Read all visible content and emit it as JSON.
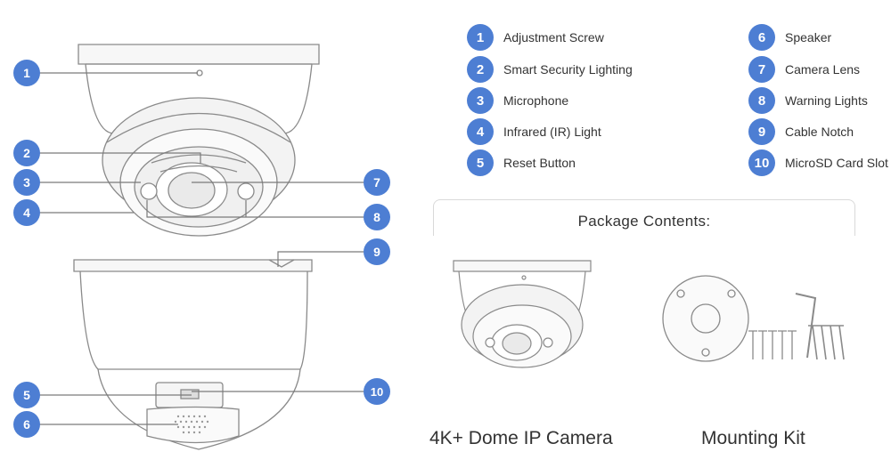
{
  "callouts": [
    "1",
    "2",
    "3",
    "4",
    "5",
    "6",
    "7",
    "8",
    "9",
    "10"
  ],
  "legend": [
    {
      "num": "1",
      "label": "Adjustment Screw"
    },
    {
      "num": "2",
      "label": "Smart Security Lighting"
    },
    {
      "num": "3",
      "label": "Microphone"
    },
    {
      "num": "4",
      "label": "Infrared (IR) Light"
    },
    {
      "num": "5",
      "label": "Reset Button"
    },
    {
      "num": "6",
      "label": "Speaker"
    },
    {
      "num": "7",
      "label": "Camera Lens"
    },
    {
      "num": "8",
      "label": "Warning Lights"
    },
    {
      "num": "9",
      "label": "Cable Notch"
    },
    {
      "num": "10",
      "label": "MicroSD Card Slot"
    }
  ],
  "package": {
    "title": "Package Contents:",
    "items": [
      "4K+ Dome IP Camera",
      "Mounting Kit"
    ]
  },
  "colors": {
    "accent": "#4d7ed3",
    "line": "#7a7a7a",
    "outline": "#8a8a8a"
  }
}
